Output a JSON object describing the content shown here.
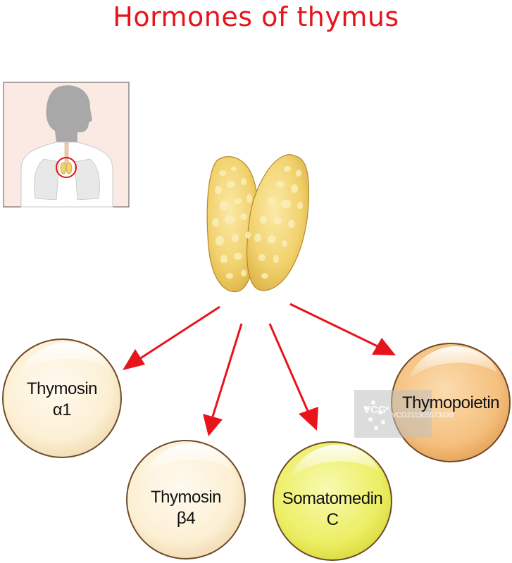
{
  "title": "Hormones of thymus",
  "hormones": [
    {
      "id": "thymosin-alpha1",
      "line1": "Thymosin",
      "line2": "α1",
      "color": "#fdf0d4"
    },
    {
      "id": "thymosin-beta4",
      "line1": "Thymosin",
      "line2": "β4",
      "color": "#fdf0d4"
    },
    {
      "id": "somatomedin-c",
      "line1": "Somatomedin",
      "line2": "C",
      "color": "#eef06a"
    },
    {
      "id": "thymopoietin",
      "line1": "Thymopoietin",
      "line2": "",
      "color": "#f6c283"
    }
  ],
  "watermark": {
    "brand": "VCG",
    "code": "VCG211305573490"
  },
  "colors": {
    "title": "#e8141c",
    "arrow": "#e8141c",
    "gland": "#f1d36c",
    "inset_bg": "#fbe9e4"
  }
}
